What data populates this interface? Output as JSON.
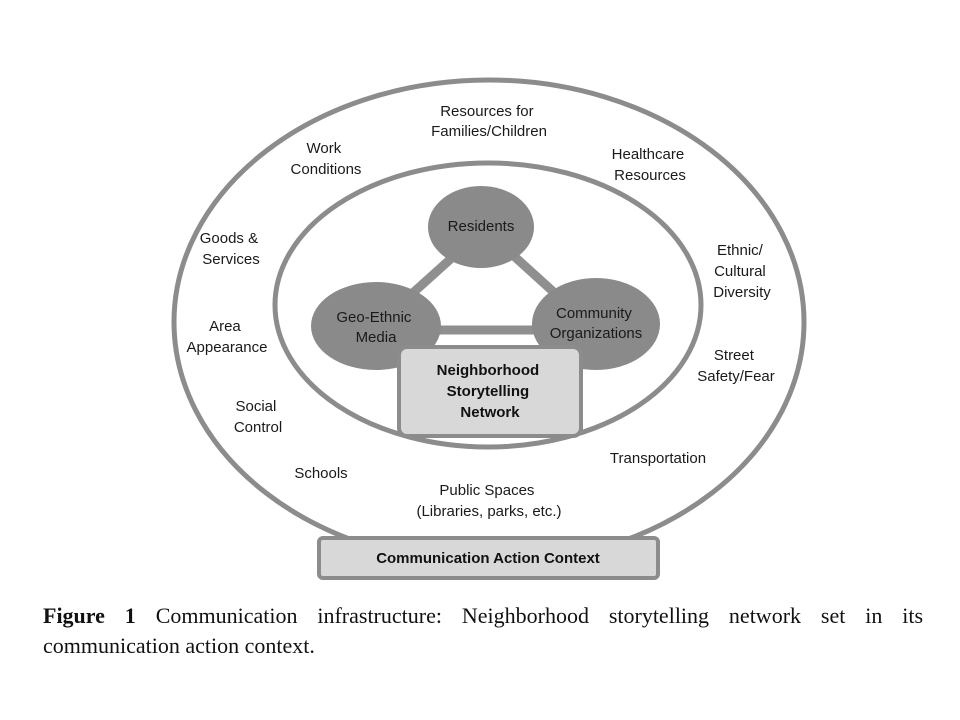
{
  "diagram": {
    "center": {
      "residents": "Residents",
      "geo_ethnic_media": [
        "Geo-Ethnic",
        "Media"
      ],
      "community_organizations": [
        "Community",
        "Organizations"
      ],
      "storytelling_network": [
        "Neighborhood",
        "Storytelling",
        "Network"
      ]
    },
    "context_labels": {
      "resources_families": [
        "Resources for",
        "Families/Children"
      ],
      "work_conditions": [
        "Work",
        "Conditions"
      ],
      "healthcare": [
        "Healthcare",
        "Resources"
      ],
      "goods_services": [
        "Goods &",
        "Services"
      ],
      "ethnic_diversity": [
        "Ethnic/",
        "Cultural",
        "Diversity"
      ],
      "area_appearance": [
        "Area",
        "Appearance"
      ],
      "street_safety": [
        "Street",
        "Safety/Fear"
      ],
      "social_control": [
        "Social",
        "Control"
      ],
      "schools": [
        "Schools"
      ],
      "transportation": [
        "Transportation"
      ],
      "public_spaces": [
        "Public Spaces",
        "(Libraries, parks, etc.)"
      ]
    },
    "context_box_label": "Communication Action Context"
  },
  "caption": {
    "label": "Figure 1",
    "text": "Communication infrastructure: Neighborhood storytelling network set in its communication action context."
  }
}
